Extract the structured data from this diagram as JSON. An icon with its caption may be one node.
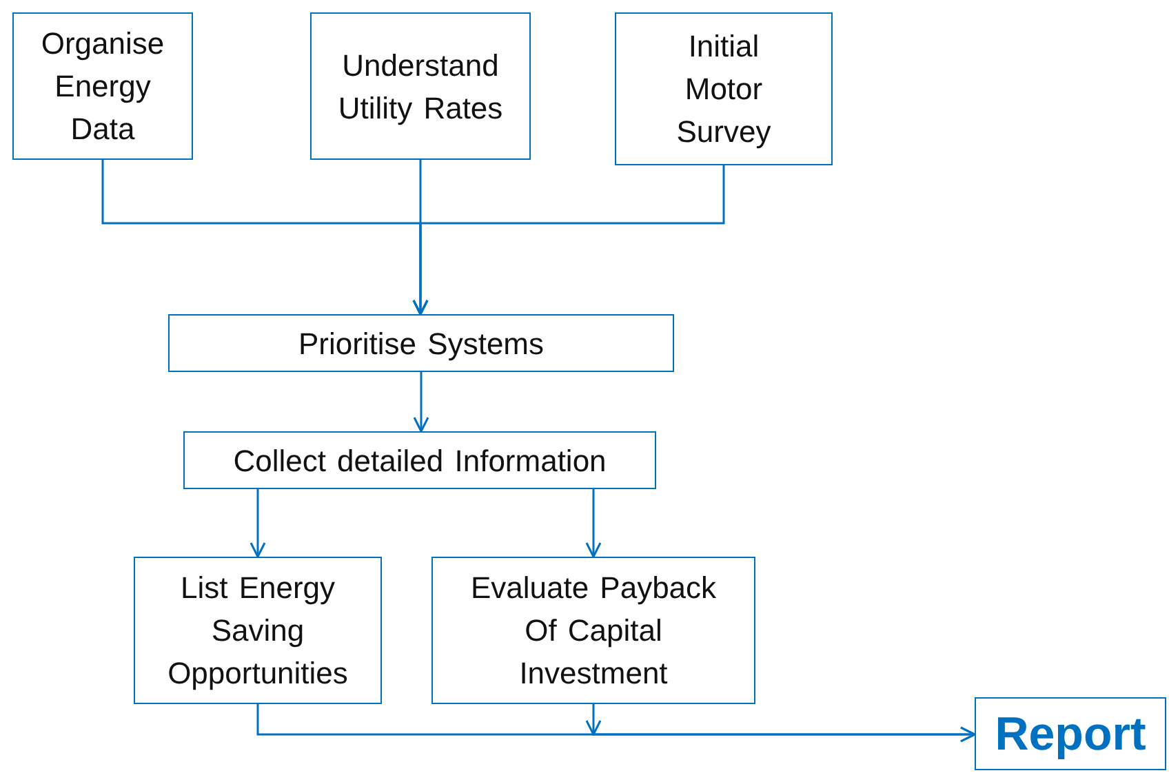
{
  "diagram": {
    "nodes": [
      {
        "text": [
          "Organise Energy Data"
        ]
      },
      {
        "text": [
          "Understand Utility Rates"
        ]
      },
      {
        "text": [
          "Initial Motor Survey"
        ]
      },
      {
        "text": [
          "Prioritise Systems"
        ]
      },
      {
        "text": [
          "Collect detailed Information"
        ]
      },
      {
        "text": [
          "List Energy Saving Opportunities"
        ]
      },
      {
        "text": [
          "Evaluate Payback Of Capital Investment"
        ]
      },
      {
        "text": [
          "Report"
        ]
      }
    ],
    "edges": [
      {
        "from": 0,
        "to": 3,
        "arrow": "to"
      },
      {
        "from": 1,
        "to": 3,
        "arrow": "to"
      },
      {
        "from": 2,
        "to": 3,
        "arrow": "to"
      },
      {
        "from": 3,
        "to": 4,
        "arrow": "to"
      },
      {
        "from": 4,
        "to": 5,
        "arrow": "to"
      },
      {
        "from": 4,
        "to": 6,
        "arrow": "to"
      },
      {
        "from": 5,
        "to": 7,
        "arrow": "to"
      },
      {
        "from": 6,
        "to": 7,
        "arrow": "to"
      }
    ]
  }
}
